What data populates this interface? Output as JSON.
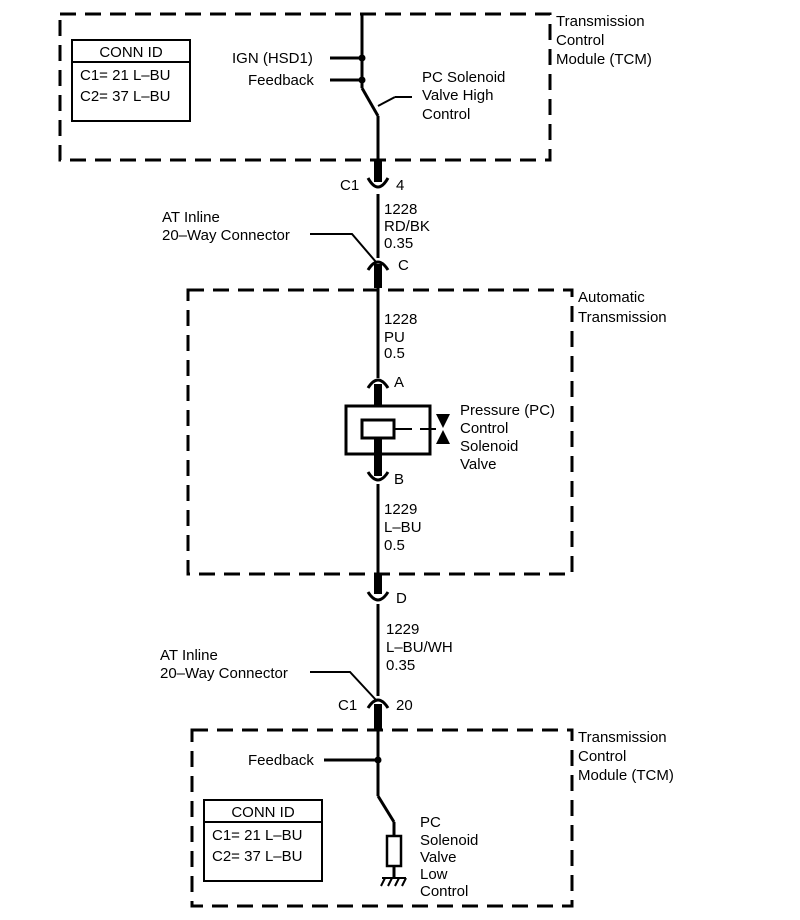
{
  "conn_id_top": {
    "title": "CONN ID",
    "line1": "C1= 21 L–BU",
    "line2": "C2= 37 L–BU"
  },
  "conn_id_bottom": {
    "title": "CONN ID",
    "line1": "C1= 21 L–BU",
    "line2": "C2= 37 L–BU"
  },
  "tcm_top": {
    "module_line1": "Transmission",
    "module_line2": "Control",
    "module_line3": "Module (TCM)",
    "ign_label": "IGN (HSD1)",
    "feedback_label": "Feedback",
    "switch_line1": "PC Solenoid",
    "switch_line2": "Valve High",
    "switch_line3": "Control"
  },
  "connector_c1_top": {
    "name": "C1",
    "pin": "4"
  },
  "wire_1": {
    "circuit": "1228",
    "color": "RD/BK",
    "gauge": "0.35"
  },
  "inline_top": {
    "line1": "AT Inline",
    "line2": "20–Way Connector",
    "pin": "C"
  },
  "transmission": {
    "label_line1": "Automatic",
    "label_line2": "Transmission",
    "wire_circuit": "1228",
    "wire_color": "PU",
    "wire_gauge": "0.5",
    "pin_a": "A",
    "pin_b": "B",
    "solenoid_line1": "Pressure (PC)",
    "solenoid_line2": "Control",
    "solenoid_line3": "Solenoid",
    "solenoid_line4": "Valve",
    "wire2_circuit": "1229",
    "wire2_color": "L–BU",
    "wire2_gauge": "0.5"
  },
  "connector_d": {
    "pin": "D"
  },
  "wire_2": {
    "circuit": "1229",
    "color": "L–BU/WH",
    "gauge": "0.35"
  },
  "inline_bottom": {
    "line1": "AT Inline",
    "line2": "20–Way Connector"
  },
  "connector_c1_bottom": {
    "name": "C1",
    "pin": "20"
  },
  "tcm_bottom": {
    "module_line1": "Transmission",
    "module_line2": "Control",
    "module_line3": "Module (TCM)",
    "feedback_label": "Feedback",
    "switch_line1": "PC",
    "switch_line2": "Solenoid",
    "switch_line3": "Valve",
    "switch_line4": "Low",
    "switch_line5": "Control"
  }
}
